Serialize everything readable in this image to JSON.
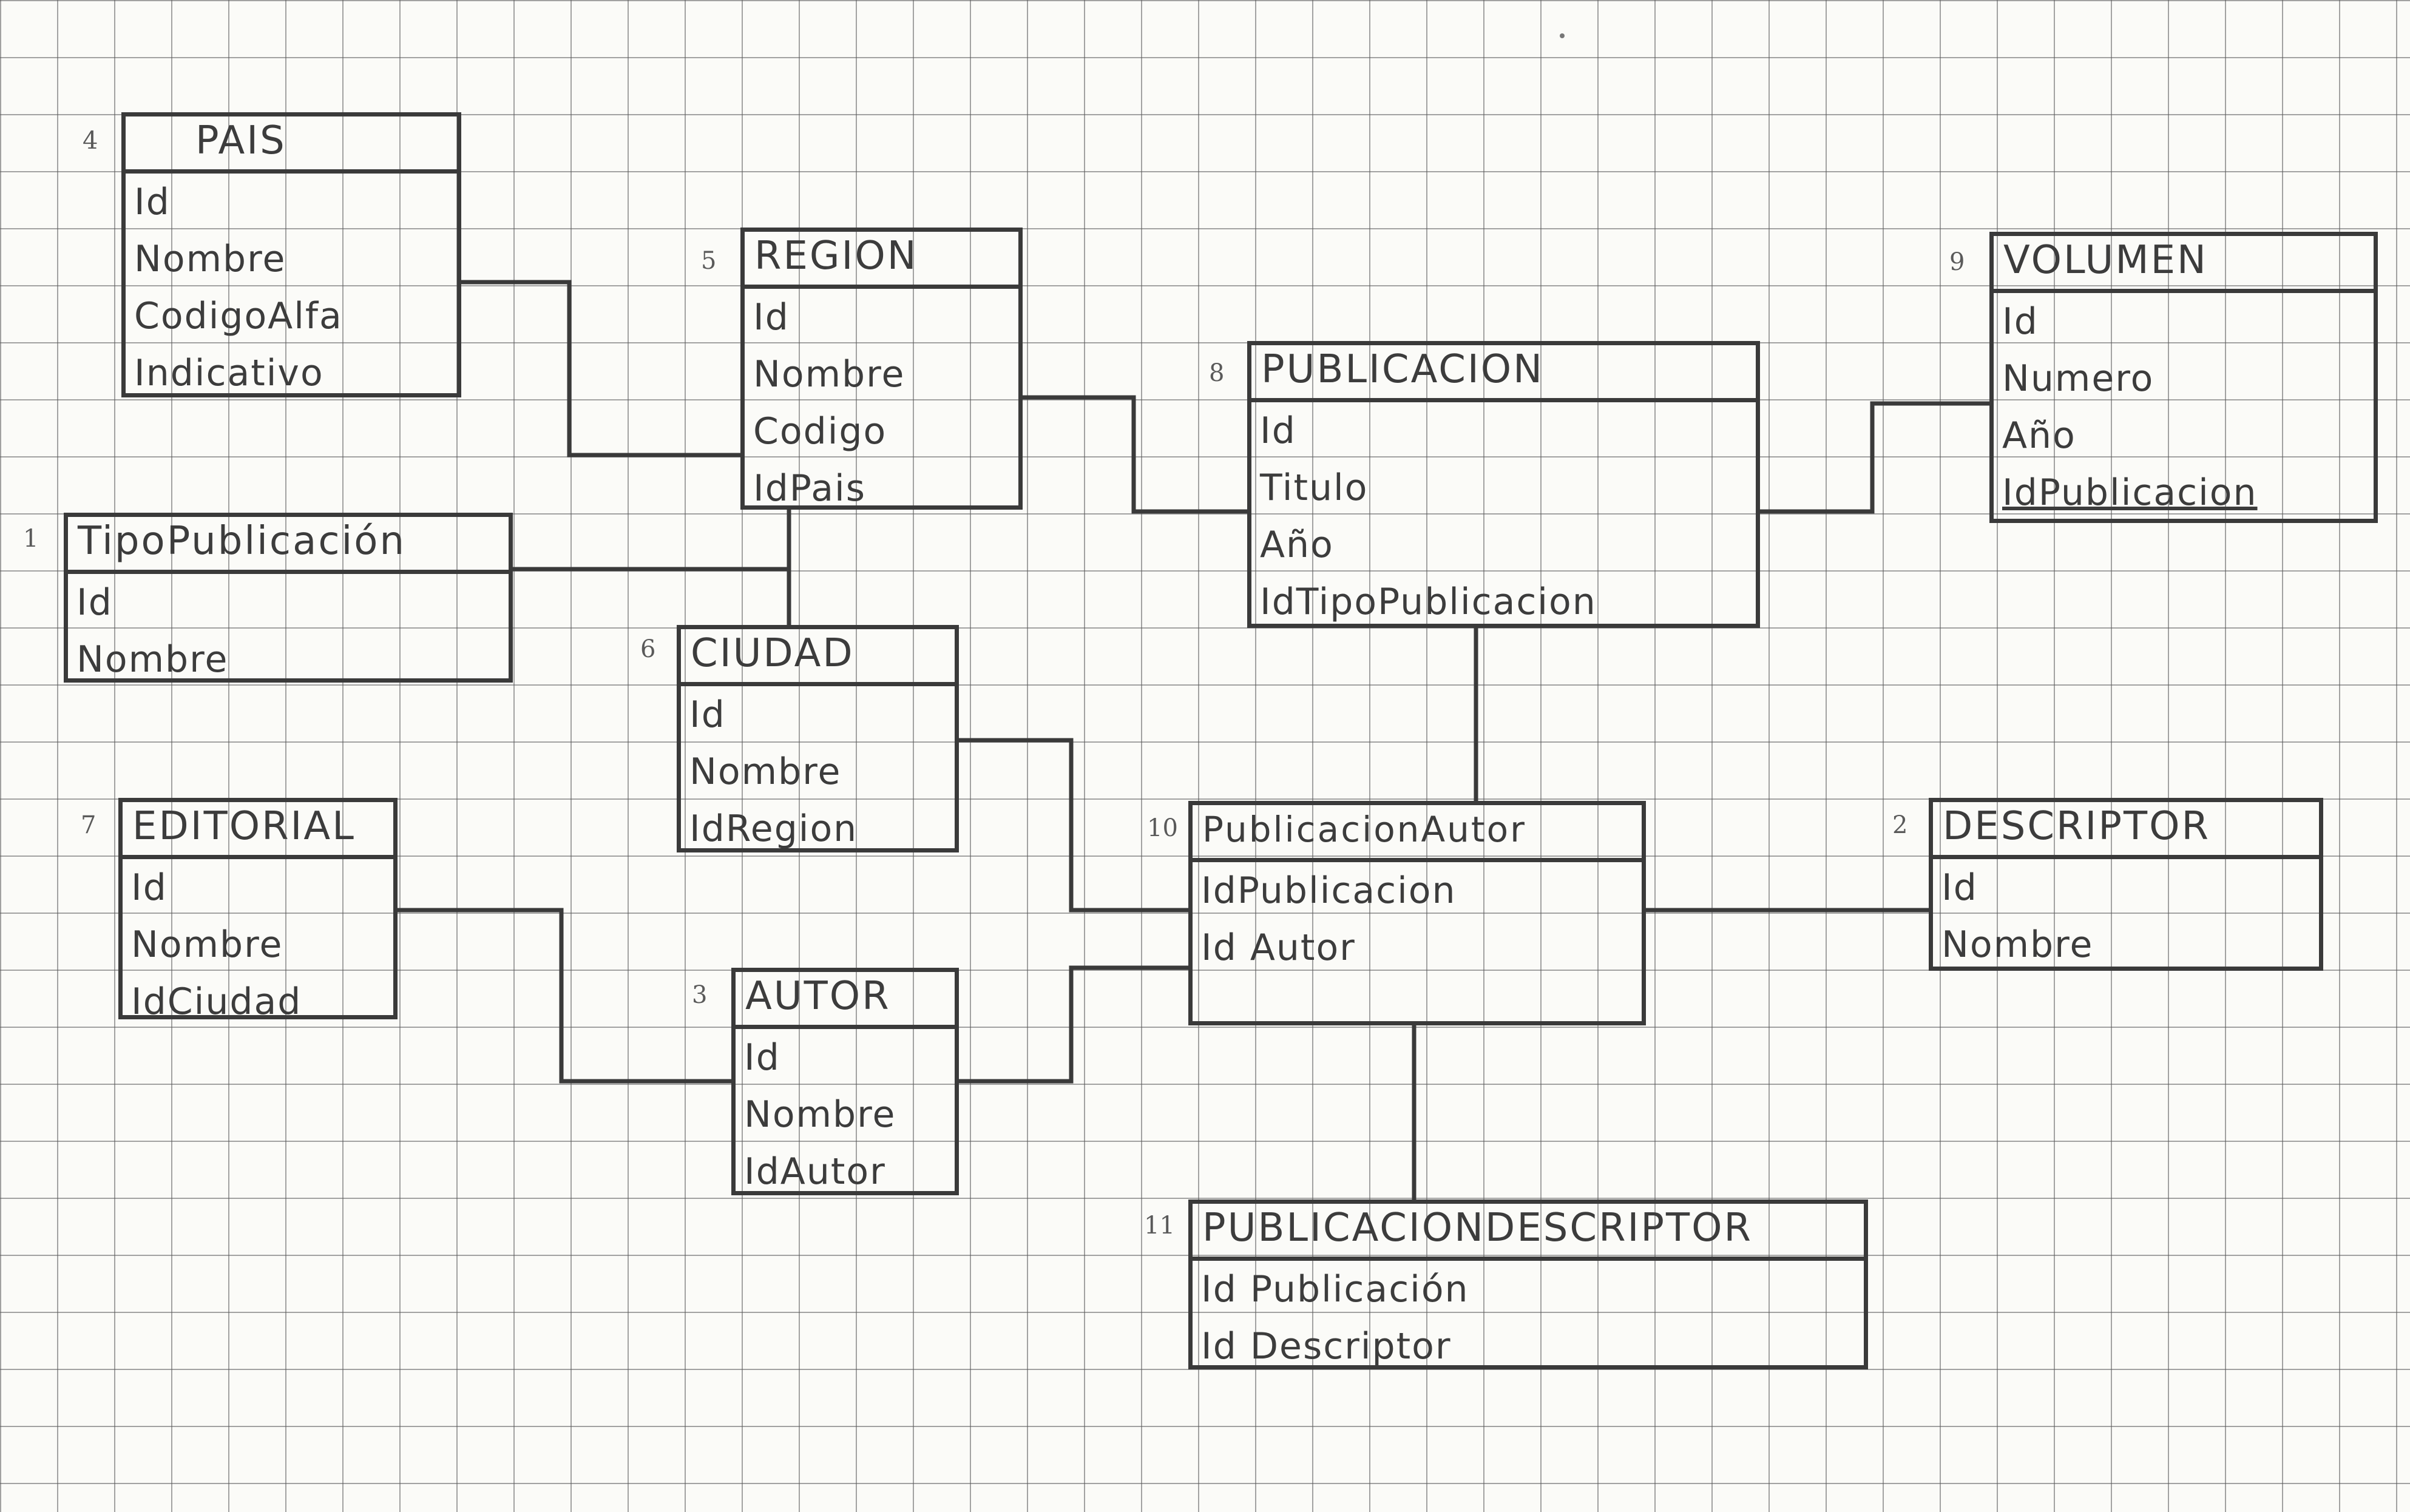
{
  "tables": {
    "pais": {
      "number": "4",
      "title": "PAIS",
      "fields": [
        "Id",
        "Nombre",
        "CodigoAlfa",
        "Indicativo"
      ]
    },
    "region": {
      "number": "5",
      "title": "REGION",
      "fields": [
        "Id",
        "Nombre",
        "Codigo",
        "IdPais"
      ]
    },
    "publicacion": {
      "number": "8",
      "title": "PUBLICACION",
      "fields": [
        "Id",
        "Titulo",
        "Año",
        "IdTipoPublicacion"
      ]
    },
    "volumen": {
      "number": "9",
      "title": "VOLUMEN",
      "fields": [
        "Id",
        "Numero",
        "Año",
        "IdPublicacion"
      ]
    },
    "tipopublicacion": {
      "number": "1",
      "title": "TipoPublicación",
      "fields": [
        "Id",
        "Nombre"
      ]
    },
    "ciudad": {
      "number": "6",
      "title": "CIUDAD",
      "fields": [
        "Id",
        "Nombre",
        "IdRegion"
      ]
    },
    "editorial": {
      "number": "7",
      "title": "EDITORIAL",
      "fields": [
        "Id",
        "Nombre",
        "IdCiudad"
      ]
    },
    "autor": {
      "number": "3",
      "title": "AUTOR",
      "fields": [
        "Id",
        "Nombre",
        "IdAutor"
      ]
    },
    "publicacionautor": {
      "number": "10",
      "title": "PublicacionAutor",
      "fields": [
        "IdPublicacion",
        "Id Autor"
      ]
    },
    "descriptor": {
      "number": "2",
      "title": "DESCRIPTOR",
      "fields": [
        "Id",
        "Nombre"
      ]
    },
    "publicaciondescriptor": {
      "number": "11",
      "title": "PUBLICACIONDESCRIPTOR",
      "fields": [
        "Id Publicación",
        "Id Descriptor"
      ]
    }
  },
  "colors": {
    "ink": "#3a3a3a",
    "grid": "#5a5a5a",
    "paper": "#fbfbf8"
  }
}
